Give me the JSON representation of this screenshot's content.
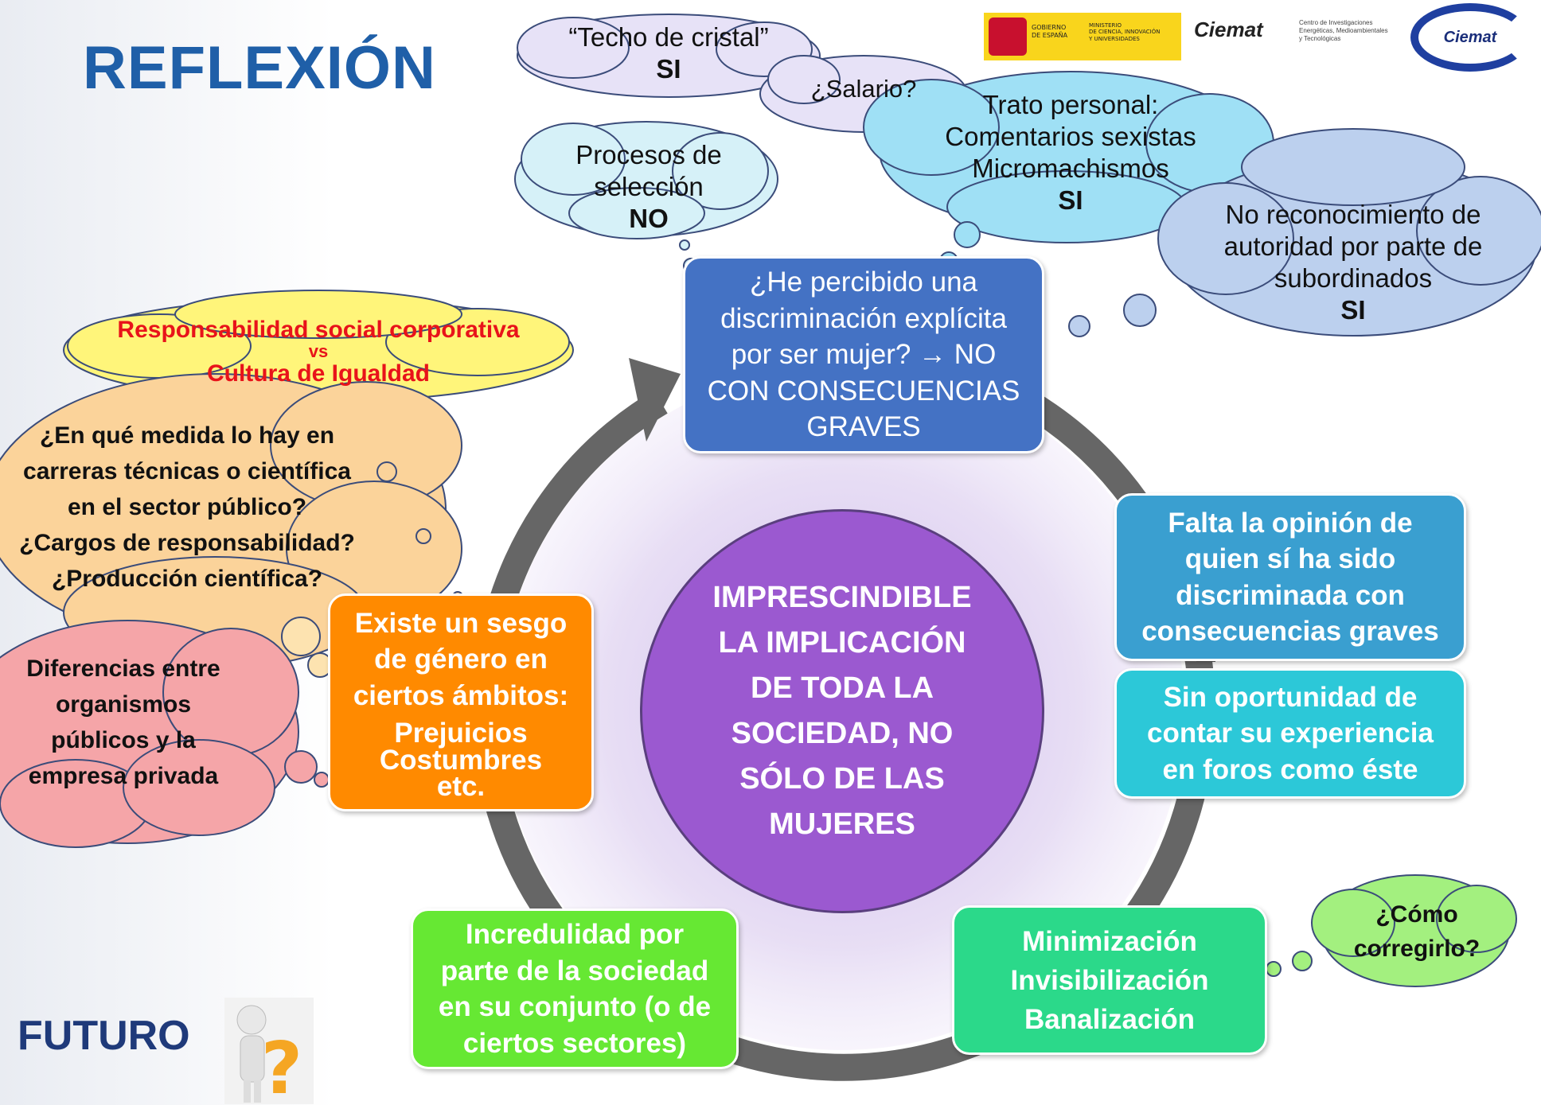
{
  "title": "REFLEXIÓN",
  "footer_label": "FUTURO",
  "logos": {
    "gobierno": [
      "GOBIERNO",
      "DE ESPAÑA"
    ],
    "ministerio": [
      "MINISTERIO",
      "DE CIENCIA, INNOVACIÓN",
      "Y UNIVERSIDADES"
    ],
    "ciemat": "Ciemat",
    "ciemat_desc": [
      "Centro de Investigaciones",
      "Energéticas, Medioambientales",
      "y Tecnológicas"
    ],
    "ciemat_circle": "Ciemat"
  },
  "center": [
    "IMPRESCINDIBLE",
    "LA IMPLICACIÓN",
    "DE TODA LA",
    "SOCIEDAD, NO",
    "SÓLO DE LAS",
    "MUJERES"
  ],
  "boxes": {
    "top": [
      "¿He percibido una",
      "discriminación explícita",
      "por ser mujer? → NO",
      "CON CONSECUENCIAS",
      "GRAVES"
    ],
    "right1": [
      "Falta la opinión de",
      "quien sí ha sido",
      "discriminada con",
      "consecuencias graves"
    ],
    "right2": [
      "Sin oportunidad de",
      "contar su experiencia",
      "en foros como éste"
    ],
    "bottom_right": [
      "Minimización",
      "Invisibilización",
      "Banalización"
    ],
    "bottom_left": [
      "Incredulidad por",
      "parte de la sociedad",
      "en su conjunto (o de",
      "ciertos sectores)"
    ],
    "left": [
      "Existe un sesgo",
      "de género en",
      "ciertos ámbitos:"
    ],
    "left_list": [
      "Prejuicios",
      "Costumbres",
      "etc."
    ]
  },
  "clouds": {
    "techo": {
      "lines": [
        "“Techo de cristal”"
      ],
      "answer": "SI"
    },
    "salario": {
      "lines": [
        "¿Salario?"
      ]
    },
    "trato": {
      "lines": [
        "Trato personal:",
        "Comentarios sexistas",
        "Micromachismos"
      ],
      "answer": "SI"
    },
    "procesos": {
      "lines": [
        "Procesos de",
        "selección"
      ],
      "answer": "NO"
    },
    "autoridad": {
      "lines": [
        "No reconocimiento de",
        "autoridad por parte de",
        "subordinados"
      ],
      "answer": "SI"
    },
    "rsc": {
      "lines": [
        "Responsabilidad social corporativa",
        "vs",
        "Cultura de Igualdad"
      ]
    },
    "medida": {
      "lines": [
        "¿En qué medida lo hay en",
        "carreras técnicas o científica",
        "en el sector público?",
        "¿Cargos de responsabilidad?",
        "¿Producción científica?"
      ]
    },
    "diferencias": {
      "lines": [
        "Diferencias entre",
        "organismos",
        "públicos y la",
        "empresa privada"
      ]
    },
    "corregir": {
      "lines": [
        "¿Cómo",
        "corregirlo?"
      ]
    }
  },
  "colors": {
    "title": "#1f5fa8",
    "box_top": "#4472c4",
    "box_right1": "#3a9fd0",
    "box_right2": "#2cc8d8",
    "box_bottom_right": "#2bd98a",
    "box_bottom_left": "#66e833",
    "box_left": "#ff8a00",
    "center_circle": "#9b59d0",
    "ring": "#666666"
  }
}
